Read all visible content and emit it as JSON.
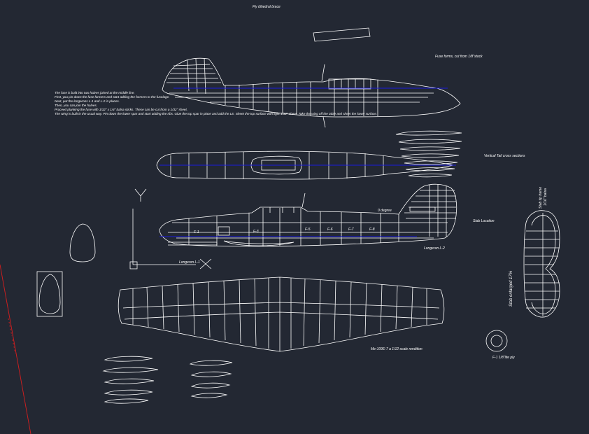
{
  "drawing": {
    "header": "Fly dihedral brace",
    "fuse_formers_label": "Fuse forms, cut from 1/8\"stock",
    "instructions": [
      "The fuse is built into two halves joined at the middle line.",
      "First, you pin down the fuse formers and start adding the formers to the fuselage.",
      "Next, put the longerons L-1 and L-2 in places.",
      "Then, you can join the halves.",
      "Proceed planking the fuse with 1/32\" x 1/4\" balsa sticks. These can be cut from a 1/32\" sheet.",
      "The wing is built in the usual way. Pin down the lower spar and start adding the ribs. Glue the top spar in place and add the LE. Sheet the top surface with light 1/32\" sheet. Take the wing off the table and sheet the lower surface."
    ],
    "vertical_tail_label": "Vertical Tail cross sections",
    "angle_label": "0 degree",
    "stab_location_label": "Stab Location",
    "longeron_l2_label": "Longeron L-2",
    "longeron_l1_label": "Longeron L-1",
    "former_labels": [
      "F-1",
      "F-3",
      "F-5",
      "F-6",
      "F-7",
      "F-8"
    ],
    "wing_caption": "Me-109E-7 a 1/12 scale rendition",
    "stab_enlarged_label": "Stab enlarged 17%",
    "stab_tip_label_1": "Stab tip frame",
    "stab_tip_label_2": "1/16\" balsa",
    "f1_label": "F-1 1/8\"lite ply",
    "axis_y_label": "Y",
    "colors": {
      "background": "#232833",
      "line": "#ffffff",
      "centerline": "#1a1adc",
      "edge": "#d81e1e"
    }
  }
}
